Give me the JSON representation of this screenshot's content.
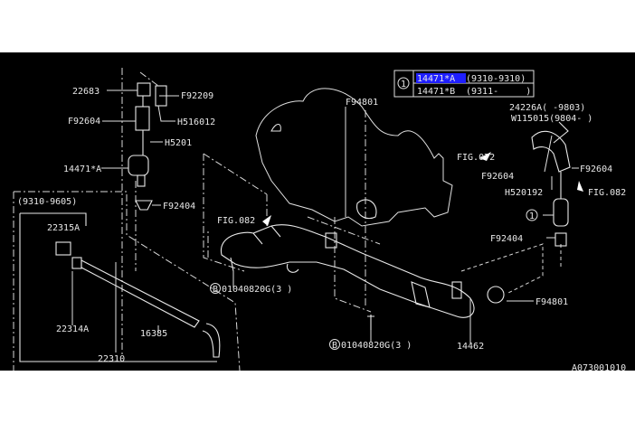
{
  "colors": {
    "background": "#000000",
    "lines": "#e0e0e0",
    "highlight": "#1f1fff"
  },
  "legend": {
    "marker": "1",
    "rows": [
      {
        "part": "14471*A",
        "range": "(9310-9310)"
      },
      {
        "part": "14471*B",
        "range": "(9311-     )"
      }
    ]
  },
  "inset": {
    "range": "(9310-9605)"
  },
  "labels": {
    "p22683": "22683",
    "pF92209": "F92209",
    "pF92604a": "F92604",
    "pH516012": "H516012",
    "pH5201": "H5201",
    "p14471A": "14471*A",
    "pF92404a": "F92404",
    "pFIG082a": "FIG.082",
    "p22315A": "22315A",
    "p22314A": "22314A",
    "p16385": "16385",
    "p22310": "22310",
    "pB1": "01040820G(3 )",
    "pB2": "01040820G(3 )",
    "bolt_marker": "B",
    "pF94801a": "F94801",
    "p24226A": "24226A( -9803)",
    "pW115015": "W115015(9804- )",
    "pFIG072": "FIG.072",
    "pF92604b": "F92604",
    "pF92604c": "F92604",
    "pH520192": "H520192",
    "pFIG082b": "FIG.082",
    "marker1": "1",
    "pF92404b": "F92404",
    "pF94801b": "F94801",
    "p14462": "14462"
  },
  "figure_id": "A073001010"
}
